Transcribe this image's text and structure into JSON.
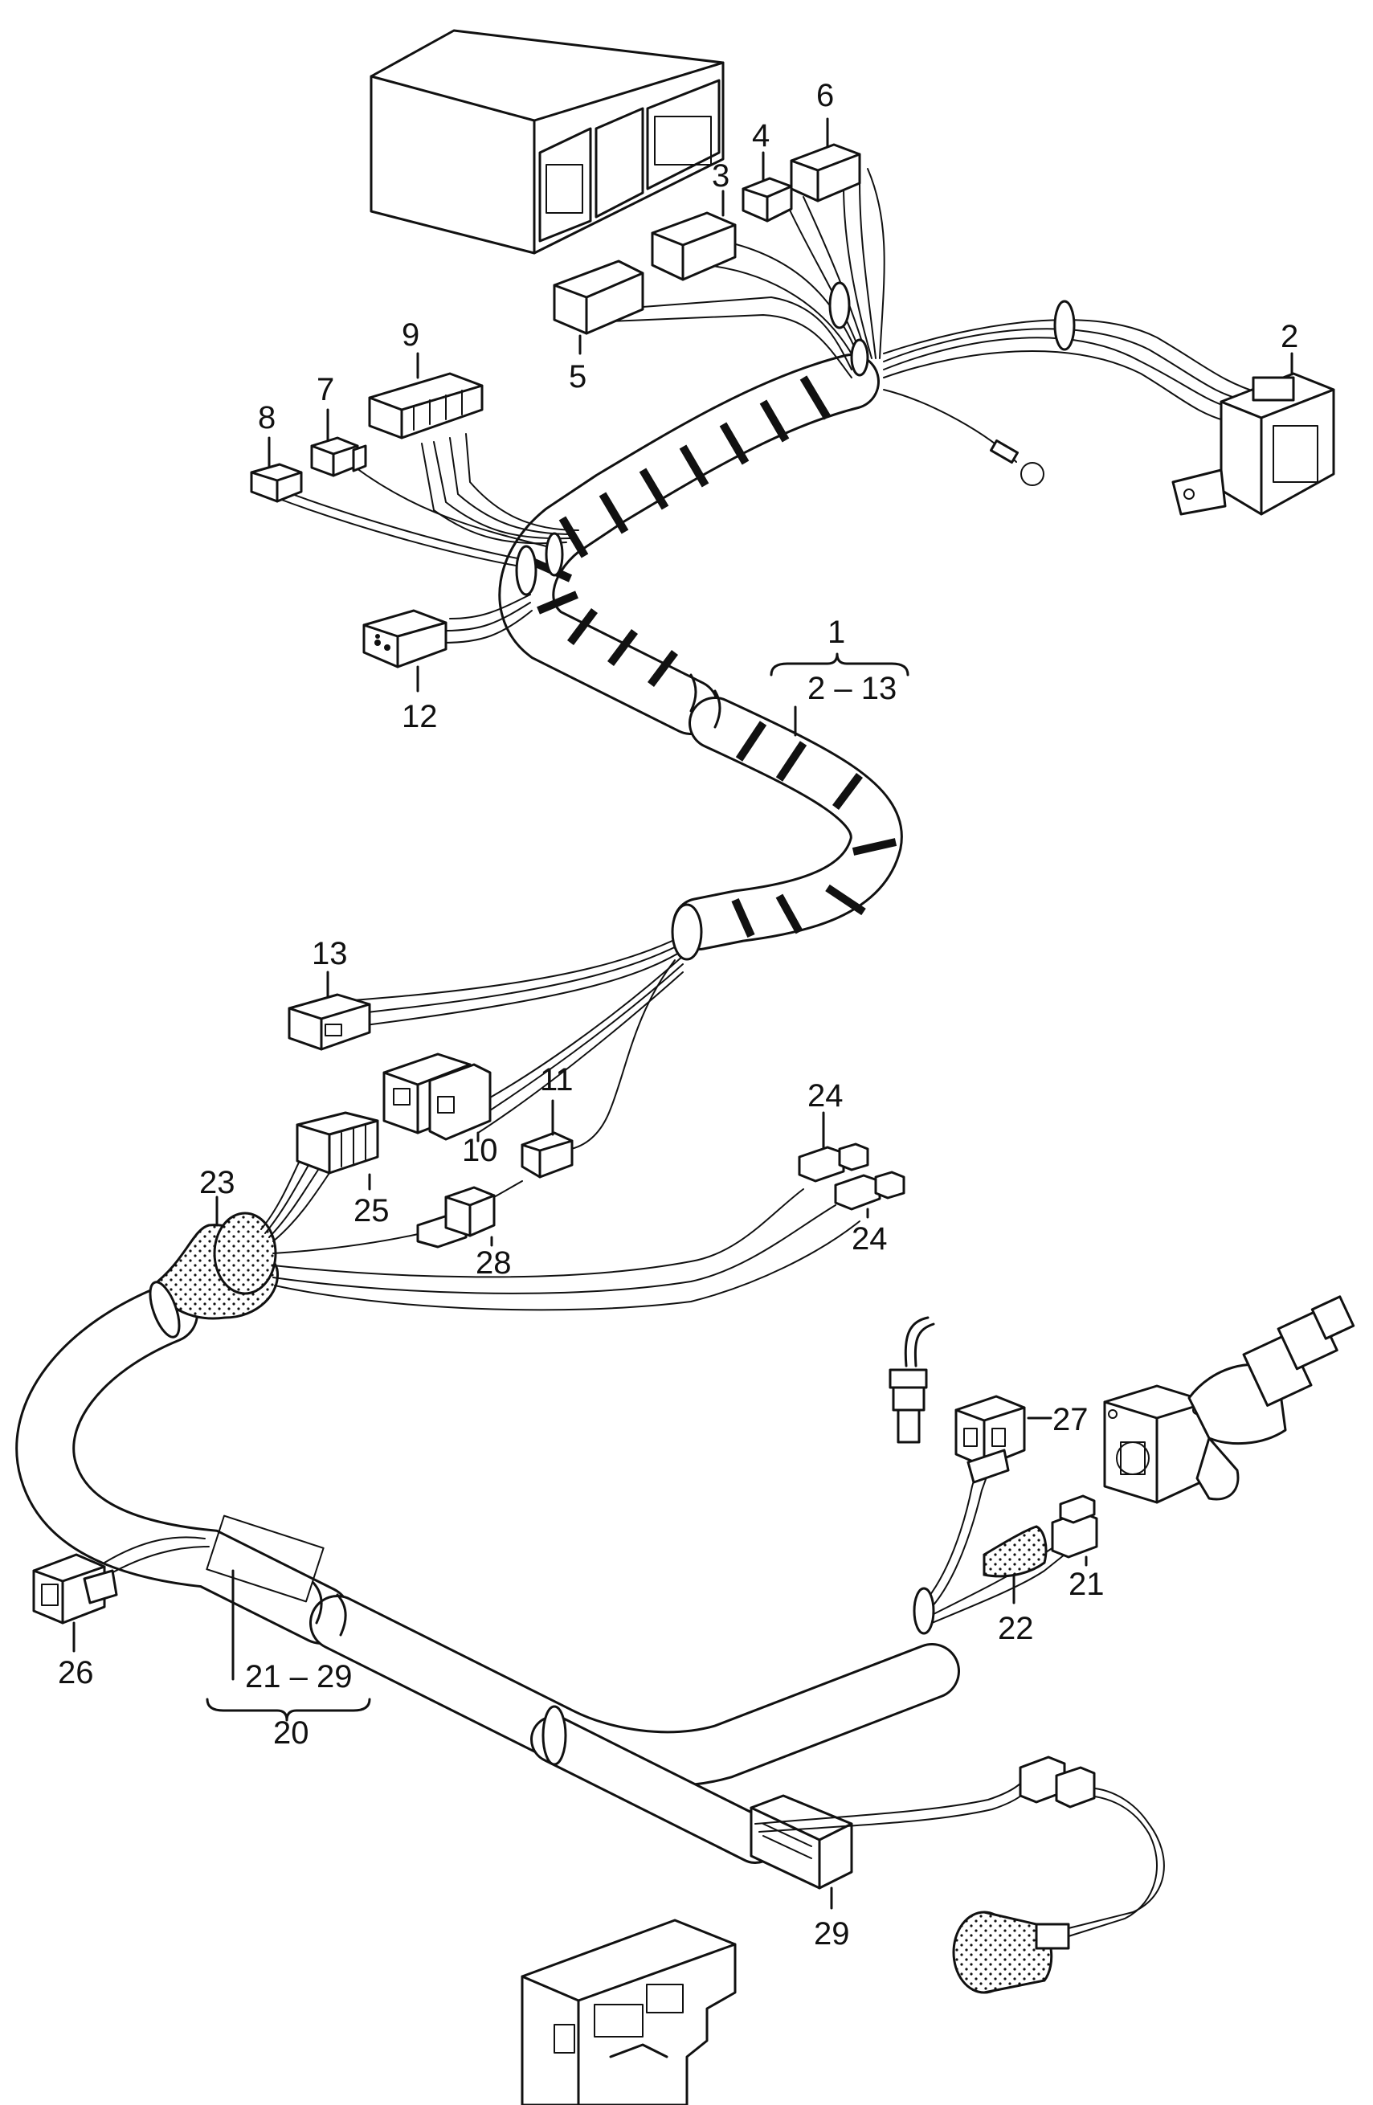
{
  "diagram": {
    "callouts": {
      "c1": "1",
      "c1_range": "2 – 13",
      "c2": "2",
      "c3": "3",
      "c4": "4",
      "c5": "5",
      "c6": "6",
      "c7": "7",
      "c8": "8",
      "c9": "9",
      "c10": "10",
      "c11": "11",
      "c12": "12",
      "c13": "13",
      "c20": "20",
      "c20_range": "21 – 29",
      "c21": "21",
      "c22": "22",
      "c23": "23",
      "c24a": "24",
      "c24b": "24",
      "c25": "25",
      "c26": "26",
      "c27": "27",
      "c28": "28",
      "c29": "29"
    },
    "components": [
      {
        "id": "2",
        "icon": "multi-pin-relay-socket-icon"
      },
      {
        "id": "3",
        "icon": "connector-housing-icon"
      },
      {
        "id": "4",
        "icon": "small-connector-icon"
      },
      {
        "id": "5",
        "icon": "connector-housing-icon"
      },
      {
        "id": "6",
        "icon": "connector-housing-icon"
      },
      {
        "id": "7",
        "icon": "small-connector-icon"
      },
      {
        "id": "8",
        "icon": "single-pin-connector-icon"
      },
      {
        "id": "9",
        "icon": "multi-pin-flat-connector-icon"
      },
      {
        "id": "10",
        "icon": "double-connector-icon"
      },
      {
        "id": "11",
        "icon": "small-connector-icon"
      },
      {
        "id": "12",
        "icon": "three-pin-connector-icon"
      },
      {
        "id": "13",
        "icon": "flat-connector-icon"
      },
      {
        "id": "21",
        "icon": "two-pin-connector-icon"
      },
      {
        "id": "22",
        "icon": "grommet-icon"
      },
      {
        "id": "23",
        "icon": "grommet-icon"
      },
      {
        "id": "24",
        "icon": "blade-terminal-icon"
      },
      {
        "id": "25",
        "icon": "multi-pin-flat-connector-icon"
      },
      {
        "id": "26",
        "icon": "socket-connector-icon"
      },
      {
        "id": "27",
        "icon": "sensor-plug-icon"
      },
      {
        "id": "28",
        "icon": "two-pin-connector-icon"
      },
      {
        "id": "29",
        "icon": "control-unit-plug-icon"
      }
    ]
  }
}
